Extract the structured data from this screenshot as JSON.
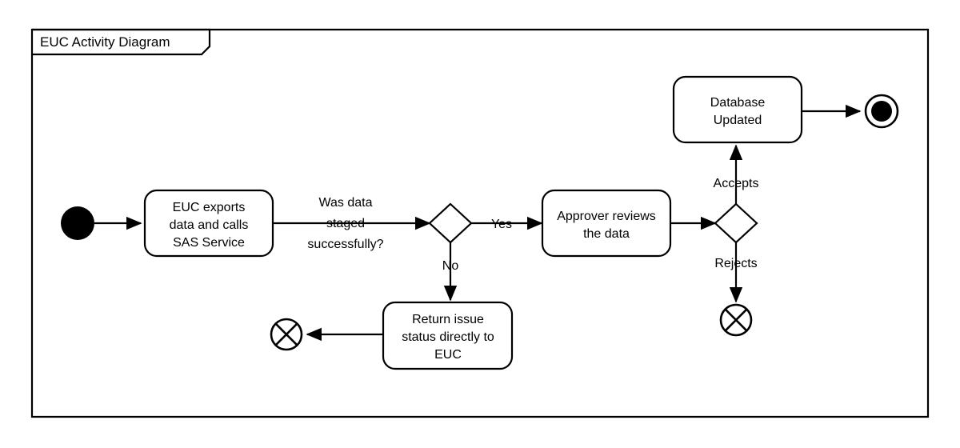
{
  "diagram": {
    "frame_title": "EUC Activity Diagram",
    "type": "uml-activity-diagram",
    "colors": {
      "stroke": "#000000",
      "fill": "#ffffff",
      "background": "#ffffff"
    },
    "nodes": [
      {
        "id": "initial",
        "kind": "initial-node",
        "label": ""
      },
      {
        "id": "euc-exports",
        "kind": "activity",
        "label": "EUC exports data and calls SAS Service",
        "lines": [
          "EUC exports",
          "data and calls",
          "SAS Service"
        ]
      },
      {
        "id": "decision-staged",
        "kind": "decision",
        "label": ""
      },
      {
        "id": "approver-reviews",
        "kind": "activity",
        "label": "Approver reviews the data",
        "lines": [
          "Approver reviews",
          "the data"
        ]
      },
      {
        "id": "decision-approval",
        "kind": "decision",
        "label": ""
      },
      {
        "id": "database-updated",
        "kind": "activity",
        "label": "Database Updated",
        "lines": [
          "Database",
          "Updated"
        ]
      },
      {
        "id": "final",
        "kind": "final-node",
        "label": ""
      },
      {
        "id": "return-issue",
        "kind": "activity",
        "label": "Return issue status directly to EUC",
        "lines": [
          "Return issue",
          "status directly to",
          "EUC"
        ]
      },
      {
        "id": "flow-final-left",
        "kind": "flow-final-node",
        "label": ""
      },
      {
        "id": "flow-final-right",
        "kind": "flow-final-node",
        "label": ""
      }
    ],
    "edges": [
      {
        "id": "e1",
        "from": "initial",
        "to": "euc-exports",
        "label": ""
      },
      {
        "id": "e2",
        "from": "euc-exports",
        "to": "decision-staged",
        "label": "Was data staged successfully?",
        "label_lines": [
          "Was data",
          "staged",
          "successfully?"
        ]
      },
      {
        "id": "e3",
        "from": "decision-staged",
        "to": "approver-reviews",
        "label": "Yes"
      },
      {
        "id": "e4",
        "from": "decision-staged",
        "to": "return-issue",
        "label": "No"
      },
      {
        "id": "e5",
        "from": "return-issue",
        "to": "flow-final-left",
        "label": ""
      },
      {
        "id": "e6",
        "from": "approver-reviews",
        "to": "decision-approval",
        "label": ""
      },
      {
        "id": "e7",
        "from": "decision-approval",
        "to": "database-updated",
        "label": "Accepts"
      },
      {
        "id": "e8",
        "from": "decision-approval",
        "to": "flow-final-right",
        "label": "Rejects"
      },
      {
        "id": "e9",
        "from": "database-updated",
        "to": "final",
        "label": ""
      }
    ],
    "labels": {
      "edge_was_data_l1": "Was data",
      "edge_was_data_l2": "staged",
      "edge_was_data_l3": "successfully?",
      "edge_yes": "Yes",
      "edge_no": "No",
      "edge_accepts": "Accepts",
      "edge_rejects": "Rejects",
      "euc_l1": "EUC exports",
      "euc_l2": "data and calls",
      "euc_l3": "SAS Service",
      "approver_l1": "Approver reviews",
      "approver_l2": "the data",
      "database_l1": "Database",
      "database_l2": "Updated",
      "return_l1": "Return issue",
      "return_l2": "status directly to",
      "return_l3": "EUC"
    }
  }
}
